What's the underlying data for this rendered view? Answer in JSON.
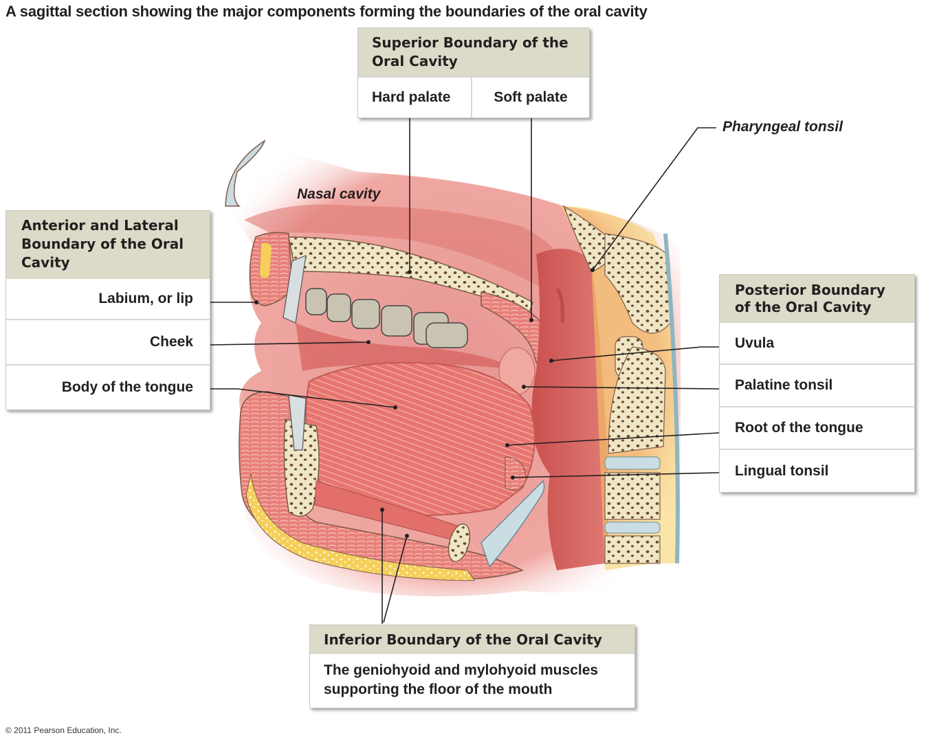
{
  "title": "A sagittal section showing the major components forming the boundaries of the oral cavity",
  "copyright": "© 2011 Pearson Education, Inc.",
  "boxes": {
    "superior": {
      "header": "Superior Boundary of the Oral Cavity",
      "items": [
        "Hard palate",
        "Soft palate"
      ]
    },
    "anterior_lateral": {
      "header": "Anterior and Lateral Boundary of the Oral Cavity",
      "items": [
        "Labium, or lip",
        "Cheek",
        "Body of the tongue"
      ]
    },
    "posterior": {
      "header": "Posterior Boundary of the Oral Cavity",
      "items": [
        "Uvula",
        "Palatine tonsil",
        "Root of the tongue",
        "Lingual tonsil"
      ]
    },
    "inferior": {
      "header": "Inferior Boundary of the Oral Cavity",
      "description": "The geniohyoid and mylohyoid muscles supporting the floor of the mouth"
    }
  },
  "labels": {
    "pharyngeal_tonsil": "Pharyngeal tonsil",
    "nasal_cavity": "Nasal cavity"
  },
  "colors": {
    "header_bg": "#dcdac8",
    "mucosa": "#e88a85",
    "muscle": "#e26f6a",
    "bone": "#efe6c6",
    "fat": "#f5cf5a",
    "cartilage": "#c9dde3",
    "leader_line": "#231f20"
  }
}
